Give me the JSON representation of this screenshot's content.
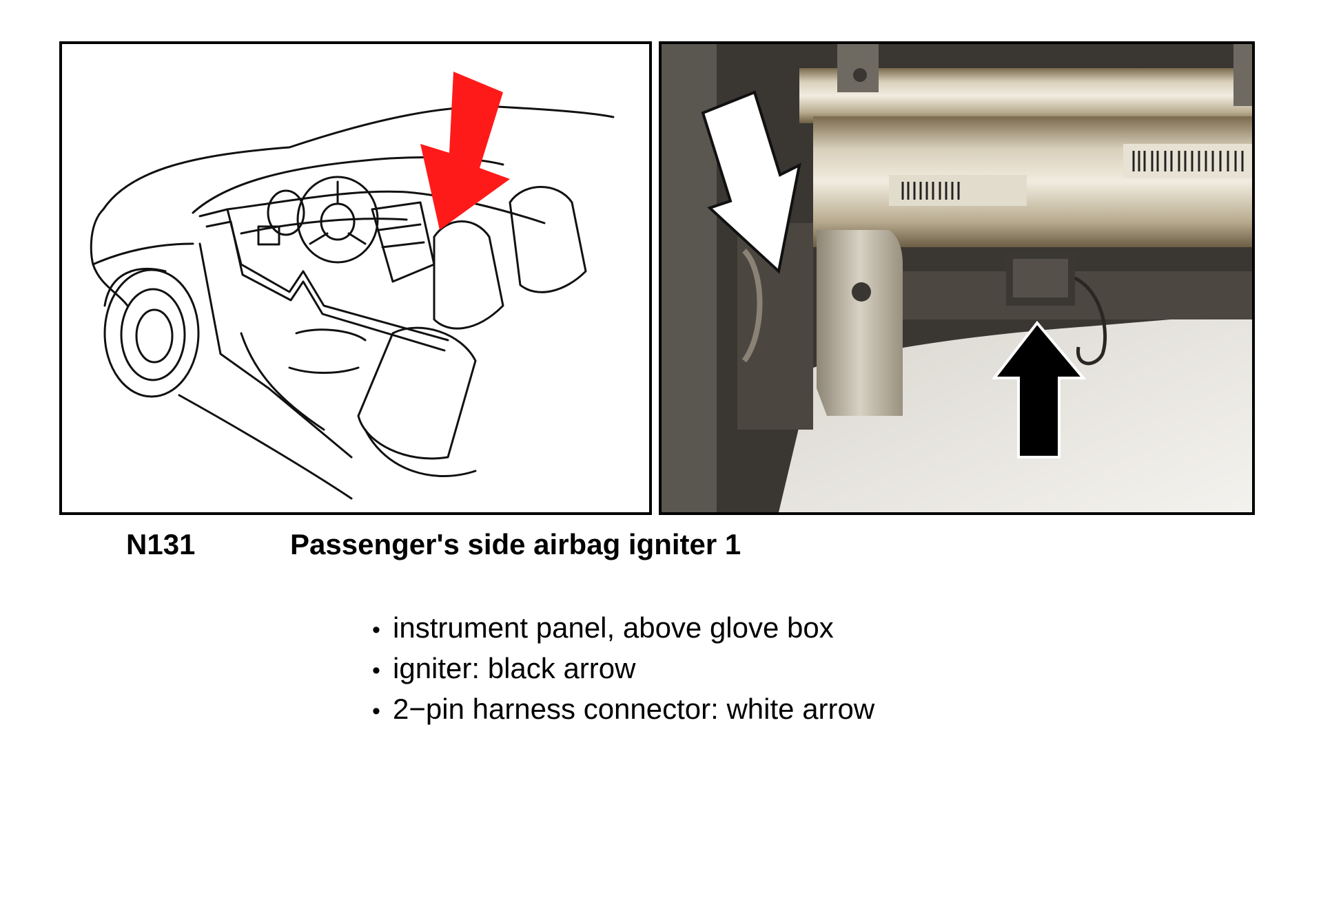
{
  "caption": {
    "code": "N131",
    "title": "Passenger's side airbag igniter 1"
  },
  "notes": [
    {
      "bullet": "•",
      "text": "instrument panel, above glove box"
    },
    {
      "bullet": "•",
      "text": "igniter: black arrow"
    },
    {
      "bullet": "•",
      "text": "2−pin harness connector: white arrow"
    }
  ],
  "figures": {
    "drawing": {
      "subject": "car interior line drawing",
      "arrow_color": "#ff1a1a"
    },
    "photo": {
      "subject": "airbag module photo",
      "arrows": [
        {
          "name": "white-arrow",
          "color": "#ffffff",
          "meaning": "2-pin harness connector"
        },
        {
          "name": "black-arrow",
          "color": "#000000",
          "meaning": "igniter"
        }
      ]
    }
  }
}
